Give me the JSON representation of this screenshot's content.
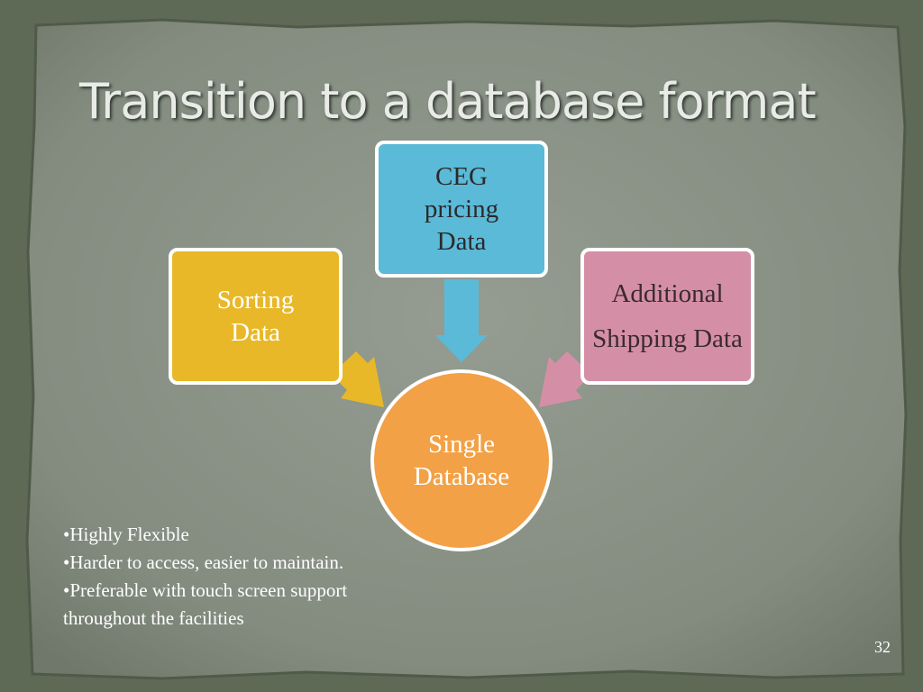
{
  "slide": {
    "title": "Transition to a database format",
    "page_number": "32"
  },
  "diagram": {
    "nodes": {
      "ceg_pricing": {
        "lines": [
          "CEG",
          "pricing",
          "Data"
        ],
        "color": "#5bbad8"
      },
      "sorting": {
        "lines": [
          "Sorting",
          "Data"
        ],
        "color": "#e8b829"
      },
      "additional_shipping": {
        "lines": [
          "Additional",
          "Shipping Data"
        ],
        "color": "#d48fa6"
      },
      "single_database": {
        "lines": [
          "Single",
          "Database"
        ],
        "color": "#f2a146"
      }
    },
    "arrows": [
      {
        "from": "ceg_pricing",
        "to": "single_database",
        "color": "#5bbad8"
      },
      {
        "from": "sorting",
        "to": "single_database",
        "color": "#e8b829"
      },
      {
        "from": "additional_shipping",
        "to": "single_database",
        "color": "#d48fa6"
      }
    ]
  },
  "bullets": [
    "•Highly Flexible",
    "•Harder to access, easier to maintain.",
    "•Preferable with touch screen support throughout the facilities"
  ],
  "colors": {
    "frame": "#5e6a56",
    "paper": "#878f84",
    "box_border": "#ffffff",
    "ceg_text": "#2a2a2a",
    "sorting_text": "#ffffff",
    "additional_text": "#3b2a30",
    "database_text": "#ffffff"
  }
}
